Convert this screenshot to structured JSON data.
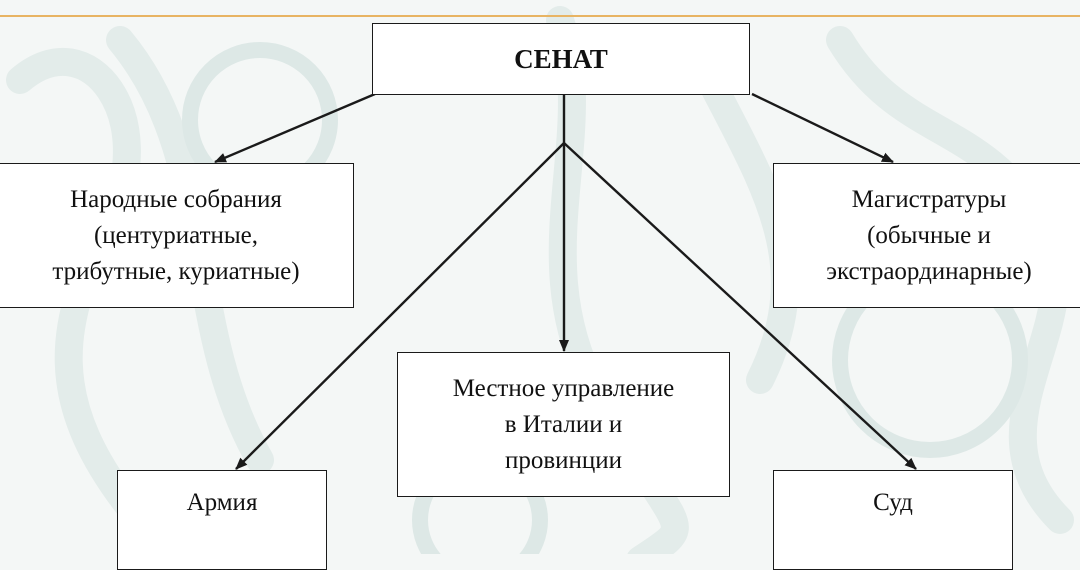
{
  "diagram": {
    "nodes": {
      "senate": "СЕНАТ",
      "assemblies": "Народные собрания\n(центуриатные,\nтрибутные, куриатные)",
      "magistracies": "Магистратуры\n(обычные и\nэкстраординарные)",
      "local_government": "Местное управление\nв Италии и\nпровинции",
      "army": "Армия",
      "court": "Суд"
    },
    "edges": [
      [
        "senate",
        "assemblies"
      ],
      [
        "senate",
        "magistracies"
      ],
      [
        "senate",
        "local_government"
      ],
      [
        "senate",
        "army"
      ],
      [
        "senate",
        "court"
      ]
    ]
  },
  "colors": {
    "background": "#f4f7f6",
    "top_rule": "#e8b463",
    "box_border": "#1a1a1a",
    "text": "#111111"
  }
}
